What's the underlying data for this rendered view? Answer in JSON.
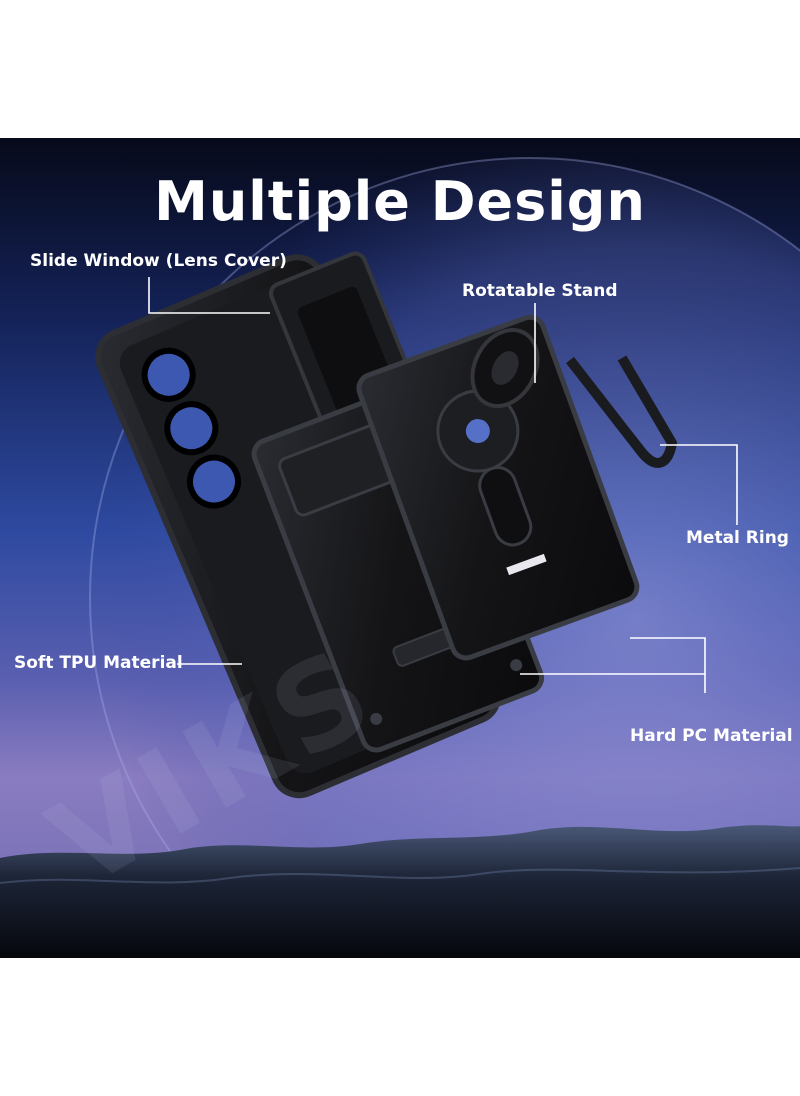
{
  "title": "Multiple Design",
  "labels": {
    "slide_window": "Slide Window (Lens Cover)",
    "rotatable_stand": "Rotatable Stand",
    "metal_ring": "Metal Ring",
    "soft_tpu": "Soft TPU Material",
    "hard_pc": "Hard PC Material"
  },
  "watermark": "VIKS",
  "colors": {
    "text": "#ffffff",
    "case": "#141416",
    "case_edge": "#2c2e34"
  }
}
